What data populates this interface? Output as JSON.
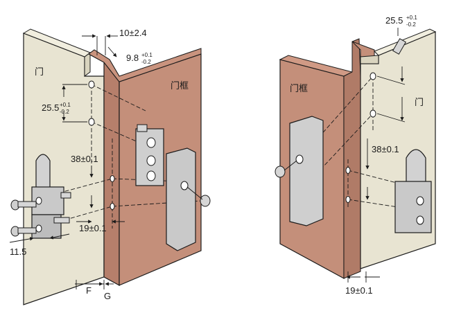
{
  "left_view": {
    "labels": {
      "door": "门",
      "frame": "门框",
      "dim_gap_top": "10±2.4",
      "dim_offset": "9.8",
      "dim_offset_tol_plus": "+0.1",
      "dim_offset_tol_minus": "-0.2",
      "dim_hole_to_edge": "25.5",
      "dim_hole_to_edge_tol_plus": "+0.1",
      "dim_hole_to_edge_tol_minus": "-0.2",
      "dim_vertical_pitch": "38±0.1",
      "dim_horizontal_pitch": "19±0.1",
      "dim_screw_offset": "11.5",
      "letter_f": "F",
      "letter_g": "G"
    }
  },
  "right_view": {
    "labels": {
      "door": "门",
      "frame": "门框",
      "dim_hole_to_edge": "25.5",
      "dim_hole_to_edge_tol_plus": "+0.1",
      "dim_hole_to_edge_tol_minus": "-0.2",
      "dim_vertical_pitch": "38±0.1",
      "dim_horizontal_pitch": "19±0.1"
    }
  },
  "colors": {
    "door_panel": "#e8e4d2",
    "frame_panel": "#c48f7a",
    "hinge_metal": "#c9c9c9",
    "line": "#1a1a1a"
  }
}
